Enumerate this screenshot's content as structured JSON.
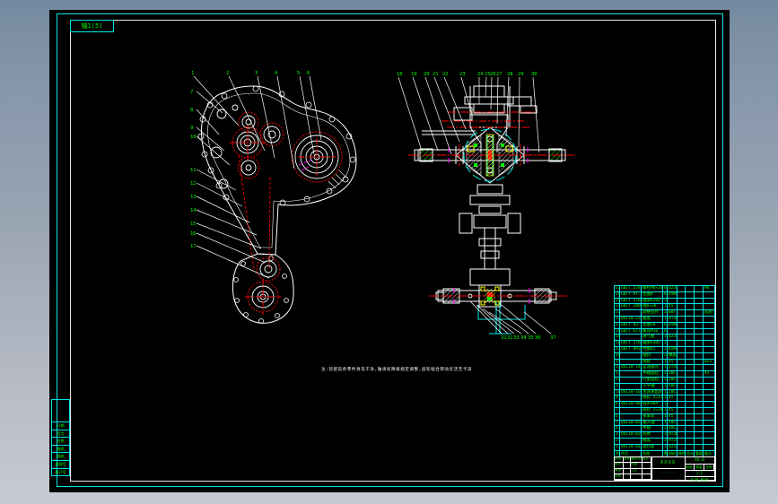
{
  "view_label": "轴1(5)",
  "note": "注:装配前各零件清洗干净,轴承间隙按规定调整,齿轮啮合转动灵活无卡滞",
  "colors": {
    "line": "#ffffff",
    "frame": "#00e5e5",
    "label": "#00ff00",
    "center": "#ff0000",
    "aux": "#ff00ff",
    "fill": "#ffff00",
    "bg": "#000000"
  },
  "labels": {
    "left_top": [
      "1",
      "2",
      "3",
      "4",
      "5",
      "6"
    ],
    "left_side": [
      "7",
      "8",
      "9",
      "10",
      "11",
      "12",
      "13",
      "14",
      "15",
      "16",
      "17"
    ],
    "right_top": [
      "18",
      "19",
      "20",
      "21",
      "22",
      "23",
      "24",
      "25",
      "26",
      "27",
      "28",
      "29",
      "30"
    ],
    "right_bottom": [
      "31",
      "32",
      "33",
      "34",
      "35",
      "36",
      "37"
    ]
  },
  "margin_cells": [
    "日期",
    "签字",
    "处数",
    "描图",
    "描校",
    "底图号",
    "装订号"
  ],
  "bom": {
    "headers": [
      "序号",
      "代号",
      "名称",
      "数",
      "材料",
      "单件",
      "总计",
      "重量",
      "备注"
    ],
    "rows": [
      {
        "n": "27",
        "c": "GB/T 5783-86",
        "m": "螺栓M8×20",
        "q": "8",
        "t": "Q235",
        "r": "M8"
      },
      {
        "n": "26",
        "c": "GB/T 97.1-85",
        "m": "垫圈8",
        "q": "8",
        "t": "65Mn",
        "r": ""
      },
      {
        "n": "25",
        "c": "GB/T 276-94",
        "m": "轴承6204",
        "q": "2",
        "t": "",
        "r": ""
      },
      {
        "n": "24",
        "c": "GB/T 1096-79",
        "m": "键6×20",
        "q": "1",
        "t": "45",
        "r": ""
      },
      {
        "n": "23",
        "c": "",
        "m": "调整垫片",
        "q": "2",
        "t": "08F",
        "r": "成组"
      },
      {
        "n": "22",
        "c": "QSC10-22",
        "m": "箱盖",
        "q": "1",
        "t": "HT200",
        "r": ""
      },
      {
        "n": "21",
        "c": "GB/T 93-87",
        "m": "垫圈10",
        "q": "6",
        "t": "65Mn",
        "r": ""
      },
      {
        "n": "20",
        "c": "GB/T 6170-86",
        "m": "螺母M10",
        "q": "6",
        "t": "",
        "r": ""
      },
      {
        "n": "19",
        "c": "",
        "m": "通气塞",
        "q": "1",
        "t": "Q235",
        "r": ""
      },
      {
        "n": "18",
        "c": "GB/T 276-94",
        "m": "轴承6305",
        "q": "2",
        "t": "",
        "r": ""
      },
      {
        "n": "17",
        "c": "GB/T 893-86",
        "m": "挡圈42",
        "q": "2",
        "t": "65Mn",
        "r": ""
      },
      {
        "n": "16",
        "c": "",
        "m": "油封",
        "q": "2",
        "t": "橡胶",
        "r": ""
      },
      {
        "n": "15",
        "c": "",
        "m": "隔套",
        "q": "1",
        "t": "45",
        "r": "φ25"
      },
      {
        "n": "14",
        "c": "QSC10-14",
        "m": "差速器壳",
        "q": "1",
        "t": "QT450",
        "r": ""
      },
      {
        "n": "13",
        "c": "",
        "m": "半轴齿轮",
        "q": "2",
        "t": "20CrMnTi",
        "r": "45"
      },
      {
        "n": "12",
        "c": "",
        "m": "行星齿轮",
        "q": "2",
        "t": "20CrMnTi",
        "r": ""
      },
      {
        "n": "11",
        "c": "",
        "m": "十字轴",
        "q": "1",
        "t": "40Cr",
        "r": ""
      },
      {
        "n": "10",
        "c": "QSC10-10",
        "m": "主减速齿轮",
        "q": "1",
        "t": "20CrMnTi",
        "r": ""
      },
      {
        "n": "9",
        "c": "",
        "m": "链轮 z=17",
        "q": "1",
        "t": "45",
        "r": ""
      },
      {
        "n": "8",
        "c": "QSC10-08",
        "m": "链条08A",
        "q": "1",
        "t": "",
        "r": ""
      },
      {
        "n": "7",
        "c": "",
        "m": "链轮 z=34",
        "q": "1",
        "t": "45",
        "r": ""
      },
      {
        "n": "6",
        "c": "",
        "m": "张紧轮",
        "q": "1",
        "t": "45",
        "r": ""
      },
      {
        "n": "5",
        "c": "QSC10-05",
        "m": "输入轴",
        "q": "1",
        "t": "40Cr",
        "r": ""
      },
      {
        "n": "4",
        "c": "",
        "m": "半轴",
        "q": "2",
        "t": "40Cr",
        "r": ""
      },
      {
        "n": "3",
        "c": "QSC10-03",
        "m": "壳体",
        "q": "1",
        "t": "HT200",
        "r": ""
      },
      {
        "n": "2",
        "c": "",
        "m": "端盖",
        "q": "2",
        "t": "HT150",
        "r": ""
      },
      {
        "n": "1",
        "c": "QSC10-01",
        "m": "油封盖",
        "q": "1",
        "t": "Q235",
        "r": ""
      }
    ]
  },
  "title_block": {
    "org": "XXXX",
    "org_sub": "·····",
    "drawing_no": "XX-B",
    "sign_rows": [
      [
        "标记",
        "处数",
        "更改文件号",
        "签名"
      ],
      [
        "设计",
        "",
        "校核",
        ""
      ],
      [
        "审核",
        "",
        "工艺",
        ""
      ],
      [
        "批准",
        "",
        "",
        ""
      ]
    ],
    "attr_cells": [
      "阶段",
      "质量",
      "比例"
    ],
    "scale": "1:2",
    "sheet": "共1张 第1张"
  }
}
